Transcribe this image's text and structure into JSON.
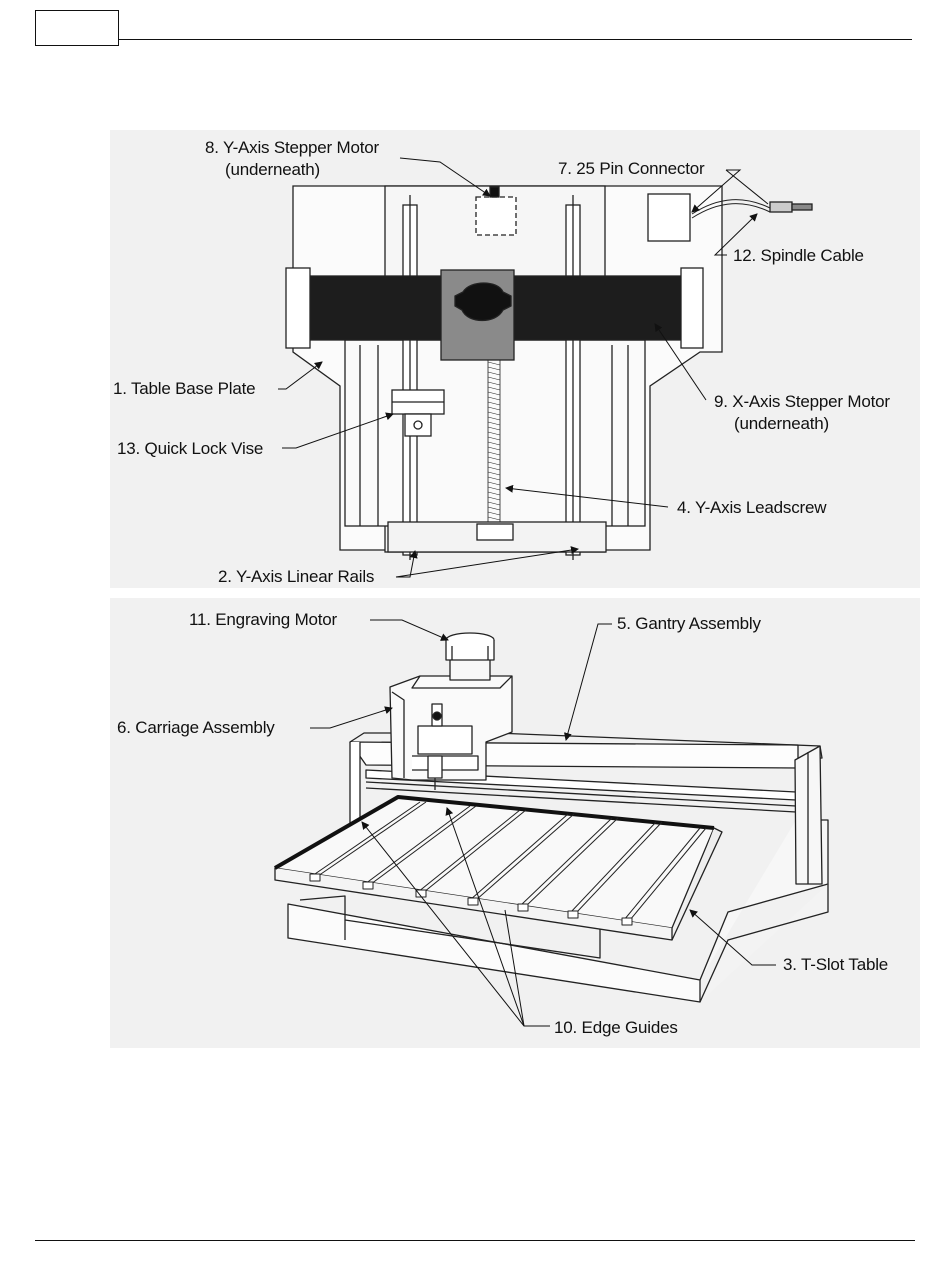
{
  "header": {
    "page_number": ""
  },
  "top_figure": {
    "labels": {
      "y_motor_line1": "8. Y-Axis Stepper Motor",
      "y_motor_line2": "(underneath)",
      "connector": "7. 25 Pin Connector",
      "spindle_cable": "12. Spindle Cable",
      "base_plate": "1. Table Base Plate",
      "x_motor_line1": "9. X-Axis Stepper Motor",
      "x_motor_line2": "(underneath)",
      "vise": "13. Quick Lock Vise",
      "leadscrew": "4. Y-Axis Leadscrew",
      "rails": "2. Y-Axis Linear Rails"
    }
  },
  "bottom_figure": {
    "labels": {
      "engraving_motor": "11. Engraving Motor",
      "gantry": "5. Gantry Assembly",
      "carriage": "6. Carriage Assembly",
      "tslot_table": "3. T-Slot Table",
      "edge_guides": "10. Edge Guides"
    }
  }
}
